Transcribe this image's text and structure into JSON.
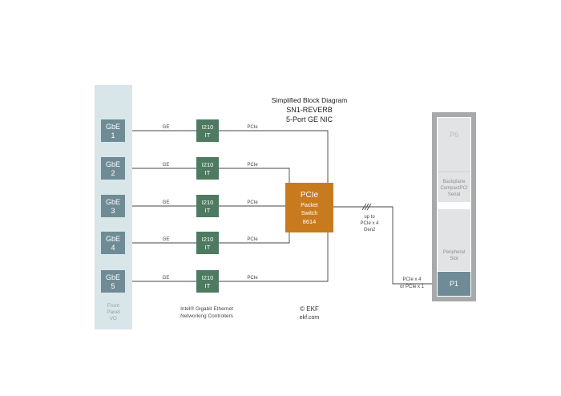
{
  "title": {
    "line1": "Simplified Block Diagram",
    "line2": "SN1-REVERB",
    "line3": "5-Port GE NIC"
  },
  "front_panel": {
    "label_lines": [
      "Front",
      "Panel",
      "I/O"
    ],
    "ports": [
      {
        "line1": "GbE",
        "line2": "1"
      },
      {
        "line1": "GbE",
        "line2": "2"
      },
      {
        "line1": "GbE",
        "line2": "3"
      },
      {
        "line1": "GbE",
        "line2": "4"
      },
      {
        "line1": "GbE",
        "line2": "5"
      }
    ]
  },
  "controllers": {
    "chip_line1": "I210",
    "chip_line2": "IT",
    "caption_lines": [
      "Intel® Gigabit Ethernet",
      "Networking Controllers"
    ]
  },
  "link_labels": {
    "ge": "GE",
    "pcie": "PCIe"
  },
  "switch": {
    "lines": [
      "PCIe",
      "Packet",
      "Switch",
      "8614"
    ]
  },
  "uplink_label": [
    "up to",
    "PCIe x 4",
    "Gen2"
  ],
  "p1_link_label": [
    "PCIe x 4",
    "or PCIe x 1"
  ],
  "backplane": {
    "p6": "P6",
    "backplane_lines": [
      "Backplane",
      "CompactPCI",
      "Serial"
    ],
    "peripheral_lines": [
      "Peripheral",
      "Slot"
    ],
    "p1": "P1"
  },
  "copyright": {
    "line1": "© EKF",
    "line2": "ekf.com"
  },
  "colors": {
    "panel_bg": "#d8e6ea",
    "gbe_box": "#6f8c96",
    "chip": "#4e7a62",
    "switch": "#c87a1e",
    "backplane_frame": "#a7a9ab",
    "slot_fill": "#e2e3e4",
    "p1_fill": "#6f8c96"
  }
}
